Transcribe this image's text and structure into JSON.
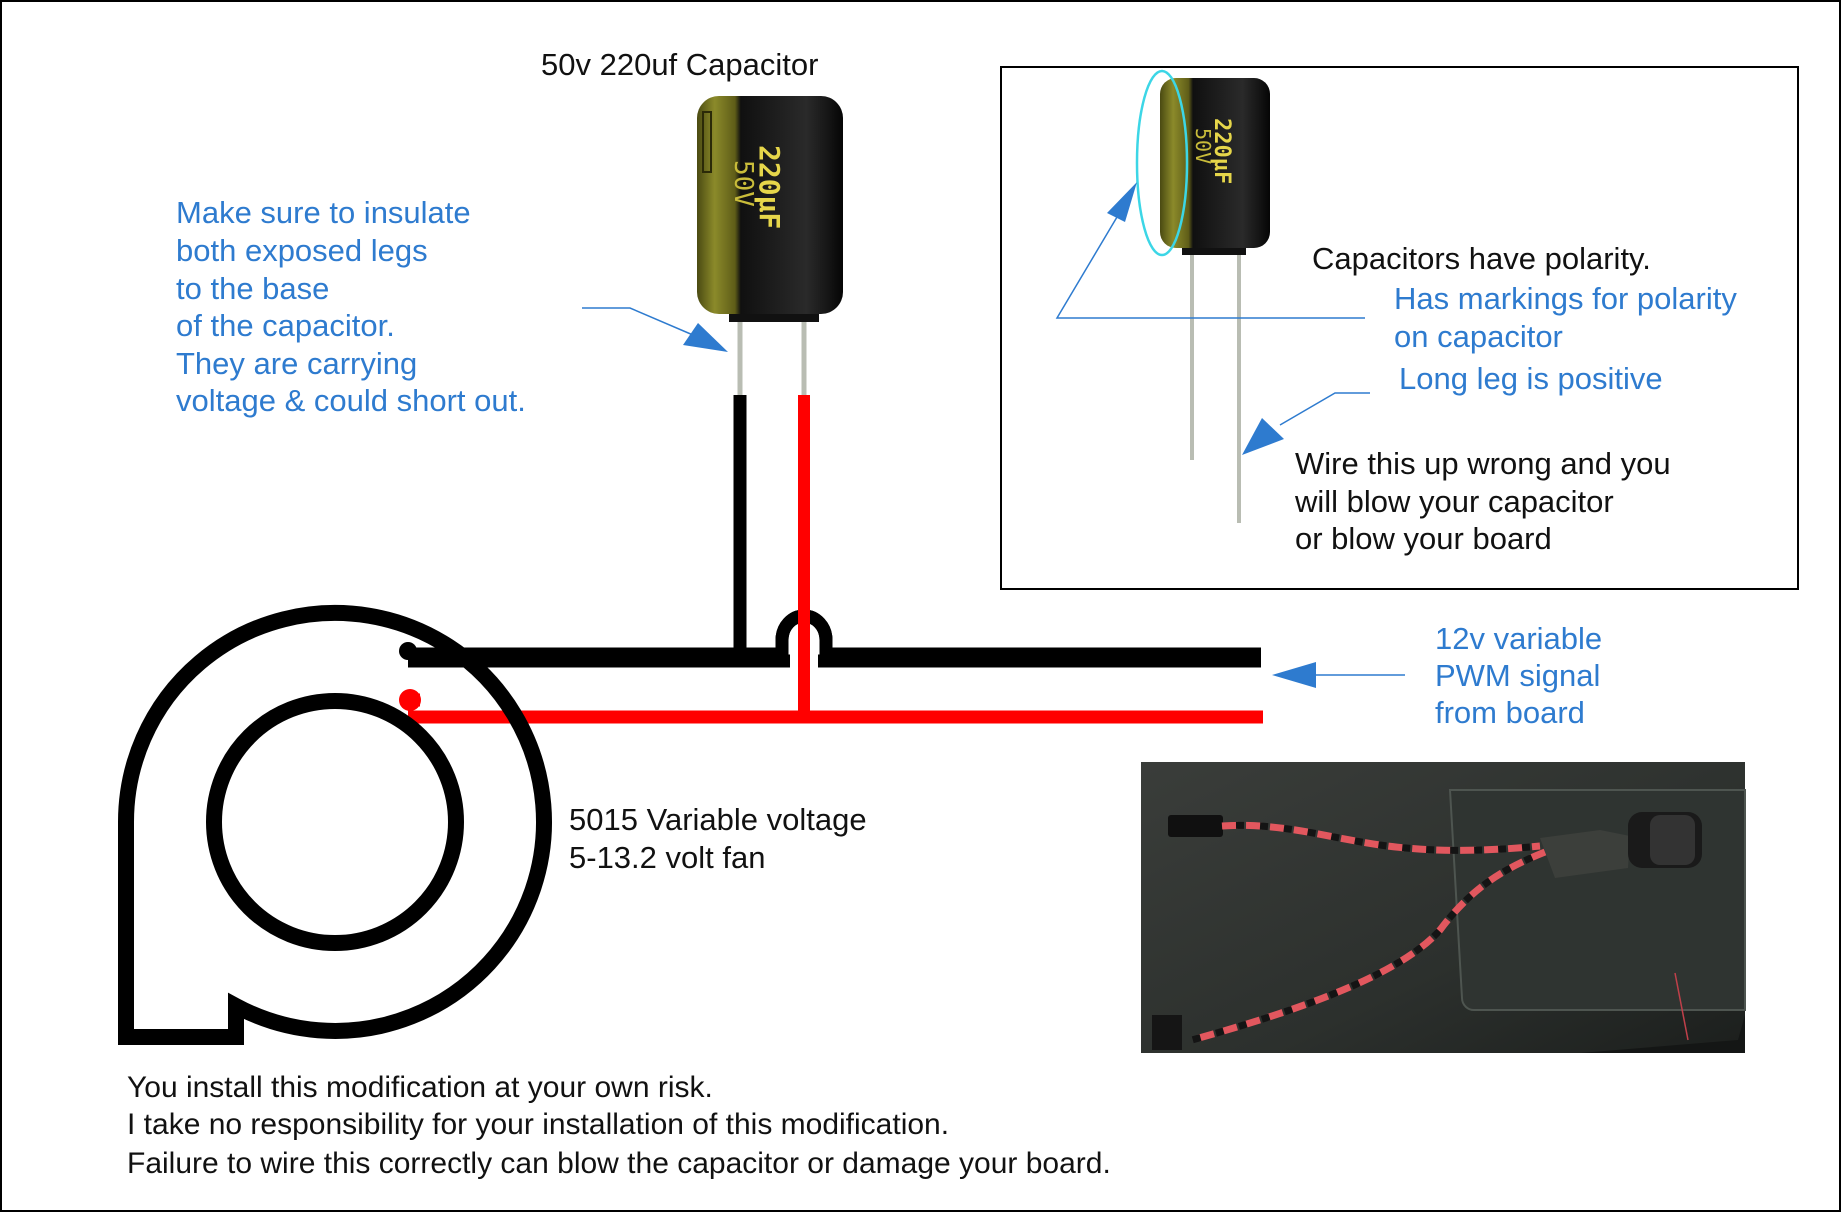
{
  "colors": {
    "annotation_blue": "#2E7BCF",
    "wire_red": "#FF0000",
    "wire_black": "#000000",
    "polarity_highlight": "#3CD6E6"
  },
  "capacitor": {
    "title": "50v 220uf Capacitor",
    "body_marking_capacitance": "220µF",
    "body_marking_voltage": "50V"
  },
  "insulate_note": {
    "lines": [
      "Make sure to insulate",
      "both exposed legs",
      "to the base",
      "of the capacitor.",
      "They are carrying",
      "voltage & could short out."
    ]
  },
  "polarity_box": {
    "heading": "Capacitors have polarity.",
    "markings_note": [
      "Has markings for polarity",
      "on capacitor"
    ],
    "long_leg_note": "Long leg is positive",
    "warning": [
      "Wire this up wrong and you",
      "will blow your capacitor",
      "or blow your board"
    ]
  },
  "pwm_note": {
    "lines": [
      "12v variable",
      "PWM signal",
      "from board"
    ]
  },
  "fan": {
    "label_lines": [
      "5015 Variable voltage",
      "5-13.2 volt fan"
    ]
  },
  "photo": {
    "description": "photo-of-capacitor-wired-to-twisted-red-black-fan-leads"
  },
  "disclaimer": {
    "lines": [
      "You install this modification at your own risk.",
      "I take no responsibility for your installation of this modification.",
      "Failure to wire this correctly can blow the capacitor or damage your board."
    ]
  }
}
